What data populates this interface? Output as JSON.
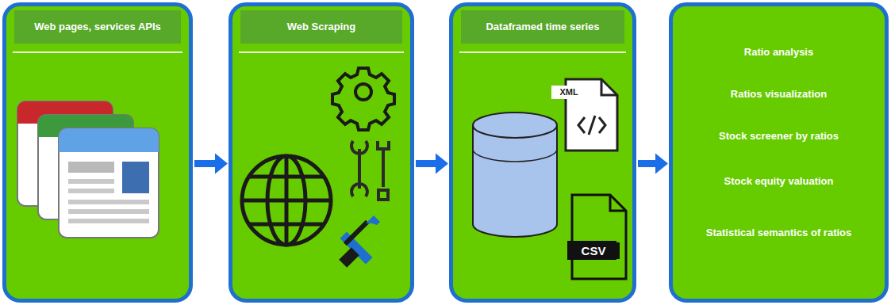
{
  "diagram": {
    "nodes": [
      {
        "text": [
          "Web pages, services APIs"
        ]
      },
      {
        "text": [
          "Web Scraping"
        ]
      },
      {
        "text": [
          "Dataframed time series"
        ]
      },
      {
        "text": [
          "Ratio analysis",
          "Ratios visualization",
          "Stock screener by ratios",
          "Stock equity valuation",
          "Statistical semantics of ratios"
        ]
      }
    ],
    "edges": [
      {
        "from": 0,
        "to": 1,
        "arrow": "to"
      },
      {
        "from": 1,
        "to": 2,
        "arrow": "to"
      },
      {
        "from": 2,
        "to": 3,
        "arrow": "to"
      }
    ],
    "labels": [
      "XML",
      "CSV"
    ]
  }
}
